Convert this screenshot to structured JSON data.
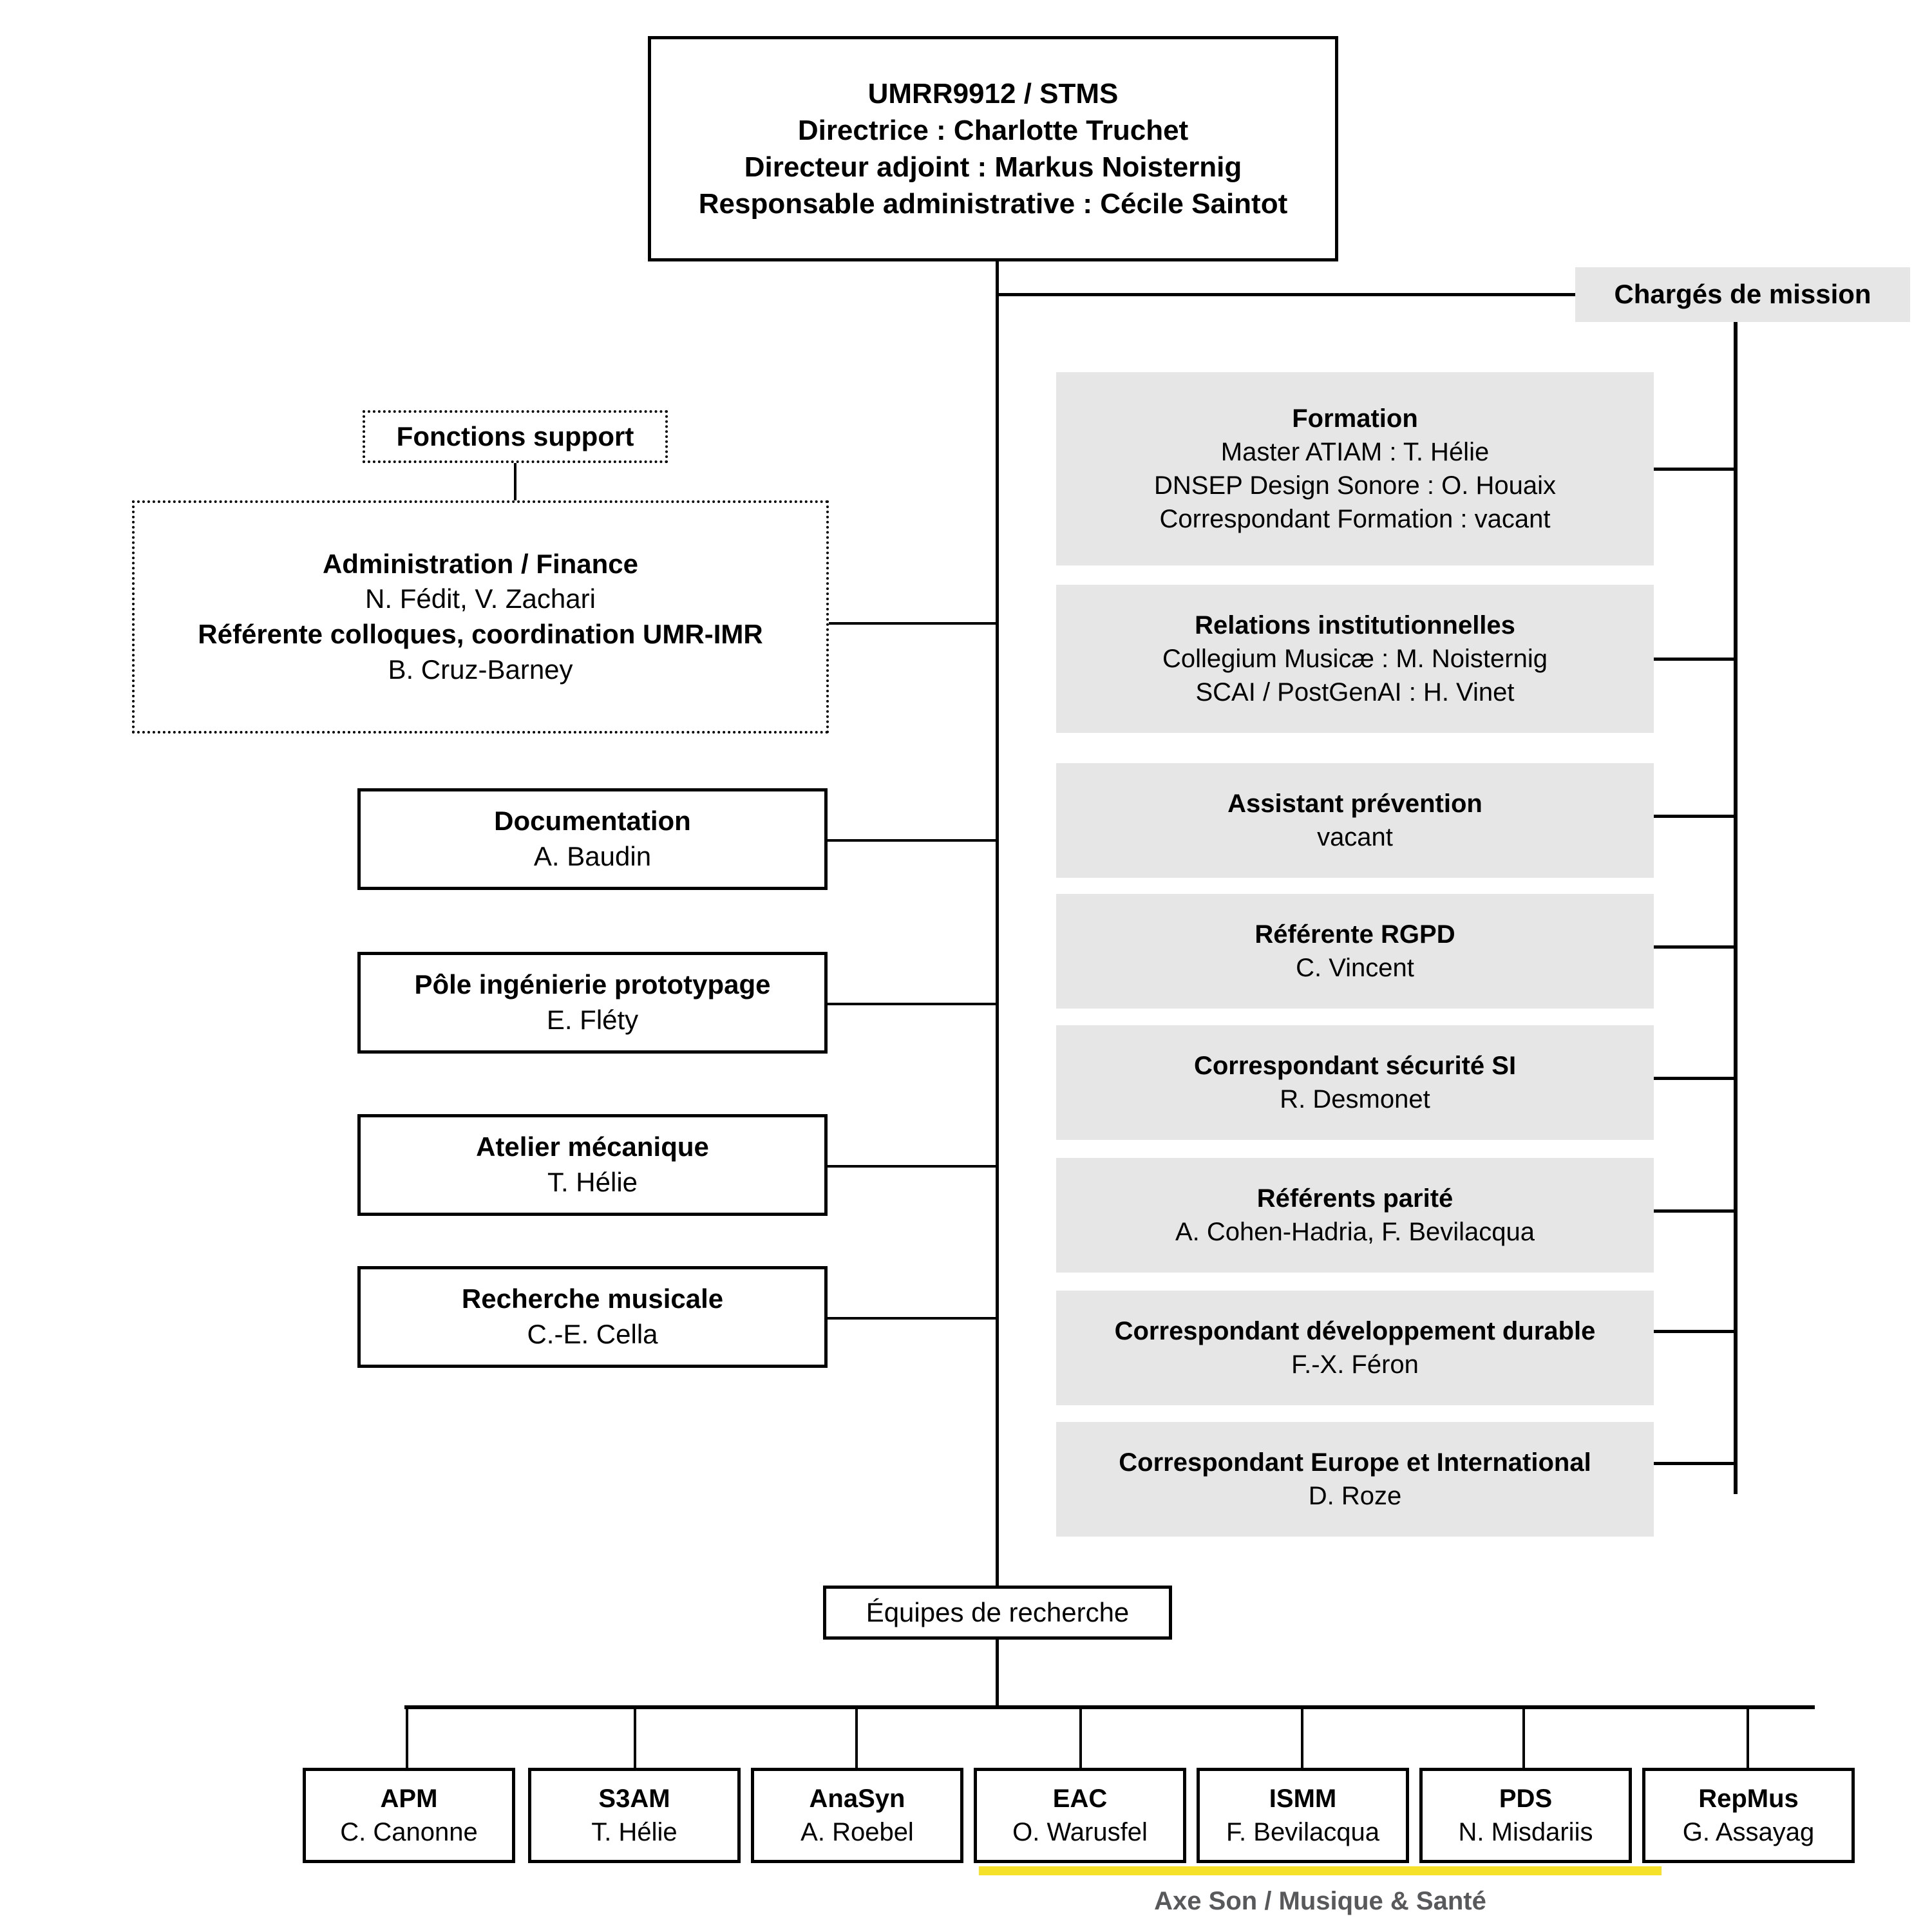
{
  "root": {
    "title": "UMRR9912 / STMS",
    "lines": [
      "Directrice : Charlotte Truchet",
      "Directeur adjoint : Markus Noisternig",
      "Responsable administrative : Cécile Saintot"
    ]
  },
  "charges_de_mission": {
    "header": "Chargés de mission",
    "items": [
      {
        "title": "Formation",
        "lines": [
          "Master ATIAM : T. Hélie",
          "DNSEP Design Sonore : O. Houaix",
          "Correspondant Formation : vacant"
        ]
      },
      {
        "title": "Relations institutionnelles",
        "lines": [
          "Collegium Musicæ : M. Noisternig",
          "SCAI / PostGenAI : H. Vinet"
        ]
      },
      {
        "title": "Assistant prévention",
        "lines": [
          "vacant"
        ]
      },
      {
        "title": "Référente RGPD",
        "lines": [
          "C. Vincent"
        ]
      },
      {
        "title": "Correspondant sécurité SI",
        "lines": [
          "R. Desmonet"
        ]
      },
      {
        "title": "Référents parité",
        "lines": [
          "A. Cohen-Hadria, F. Bevilacqua"
        ]
      },
      {
        "title": "Correspondant développement durable",
        "lines": [
          "F.-X. Féron"
        ]
      },
      {
        "title": "Correspondant Europe et International",
        "lines": [
          "D. Roze"
        ]
      }
    ]
  },
  "fonctions_support": {
    "header": "Fonctions support",
    "administration": {
      "title": "Administration / Finance",
      "names": "N. Fédit, V. Zachari",
      "role2": "Référente colloques, coordination UMR-IMR",
      "names2": "B. Cruz-Barney"
    },
    "units": [
      {
        "title": "Documentation",
        "person": "A. Baudin"
      },
      {
        "title": "Pôle ingénierie prototypage",
        "person": "E. Fléty"
      },
      {
        "title": "Atelier mécanique",
        "person": "T. Hélie"
      },
      {
        "title": "Recherche musicale",
        "person": "C.-E. Cella"
      }
    ]
  },
  "equipes": {
    "header": "Équipes de recherche",
    "teams": [
      {
        "name": "APM",
        "lead": "C. Canonne"
      },
      {
        "name": "S3AM",
        "lead": "T. Hélie"
      },
      {
        "name": "AnaSyn",
        "lead": "A. Roebel"
      },
      {
        "name": "EAC",
        "lead": "O. Warusfel"
      },
      {
        "name": "ISMM",
        "lead": "F. Bevilacqua"
      },
      {
        "name": "PDS",
        "lead": "N. Misdariis"
      },
      {
        "name": "RepMus",
        "lead": "G. Assayag"
      }
    ],
    "axis_caption": "Axe Son / Musique & Santé"
  },
  "colors": {
    "gray_box": "#e6e6e6",
    "yellow_rule": "#f5e12a",
    "caption_text": "#58595b",
    "line": "#000000"
  }
}
